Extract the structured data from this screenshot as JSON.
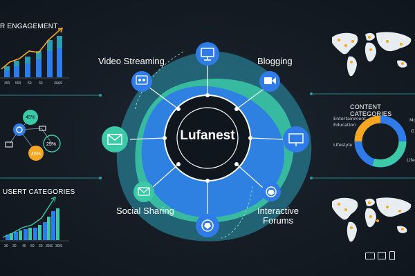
{
  "center": {
    "title": "Lufanest"
  },
  "nodes": {
    "video_streaming": "Video Streaming",
    "blogging": "Blogging",
    "social_sharing": "Social Sharing",
    "interactive_forums_line1": "Interactive",
    "interactive_forums_line2": "Forums"
  },
  "engagement_panel": {
    "title": "R ENGAGEMENT",
    "ticks": [
      "300",
      "500",
      "50",
      "30",
      "30AS"
    ]
  },
  "bubble_panel": {
    "values": [
      "45%",
      "25%",
      "45%"
    ]
  },
  "user_panel": {
    "title": "USERT CATEGORIES",
    "ticks": [
      "30",
      "30",
      "40",
      "50",
      "30",
      "30IS",
      "30IS"
    ]
  },
  "content_panel": {
    "title": "CONTENT CATEGORIES",
    "labels": [
      "Entertainment",
      "Education",
      "Lifestyle",
      "Mo",
      "G",
      "Life"
    ]
  },
  "colors": {
    "accent_blue": "#2f7be8",
    "teal": "#39c6a6",
    "orange": "#f5a623",
    "background": "#141b23"
  },
  "icons": {
    "top": "monitor-icon",
    "video": "people-screen-icon",
    "blogging": "video-camera-icon",
    "left": "envelope-icon",
    "right": "presentation-icon",
    "social": "message-icon",
    "forums": "soccer-ball-icon",
    "bottom": "soccer-ball-icon"
  }
}
